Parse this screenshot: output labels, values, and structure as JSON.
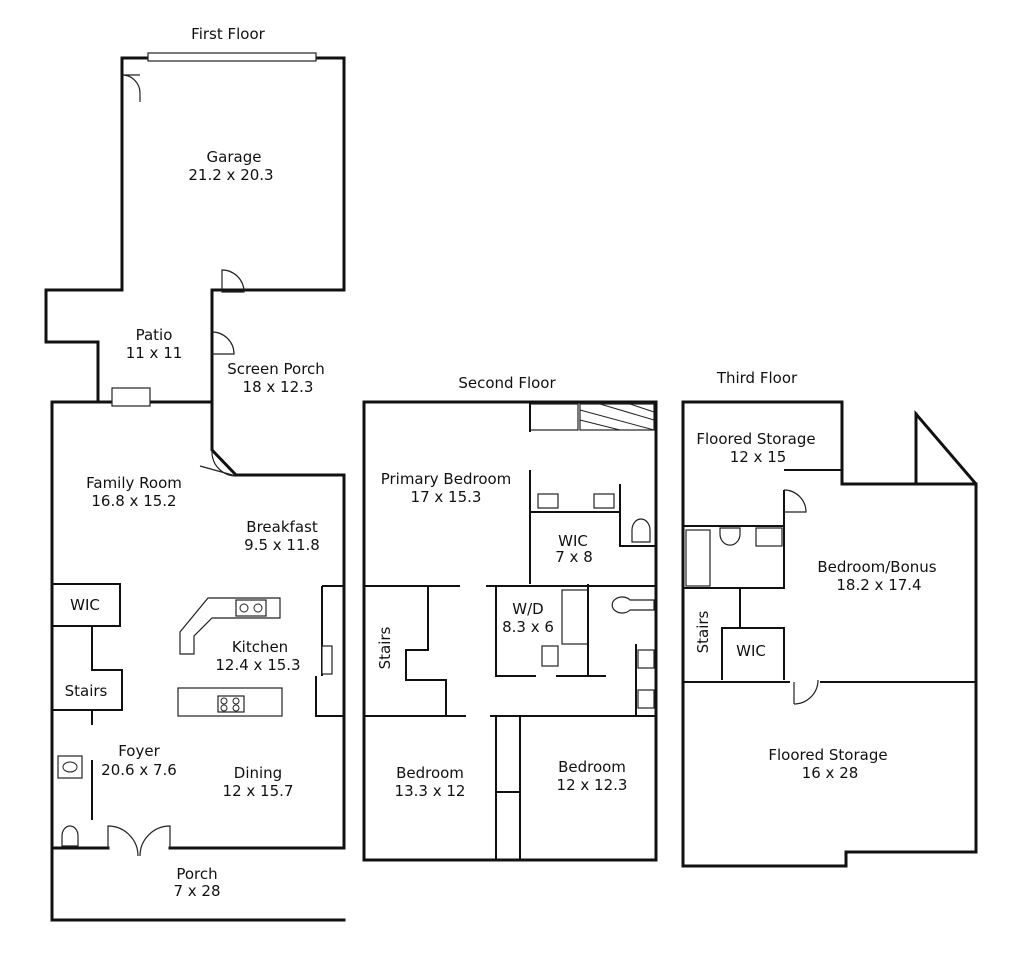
{
  "floors": {
    "first": {
      "title": "First Floor"
    },
    "second": {
      "title": "Second Floor"
    },
    "third": {
      "title": "Third Floor"
    }
  },
  "rooms": {
    "garage": {
      "name": "Garage",
      "dims": "21.2 x 20.3"
    },
    "patio": {
      "name": "Patio",
      "dims": "11 x 11"
    },
    "screen_porch": {
      "name": "Screen Porch",
      "dims": "18 x 12.3"
    },
    "family_room": {
      "name": "Family Room",
      "dims": "16.8 x 15.2"
    },
    "breakfast": {
      "name": "Breakfast",
      "dims": "9.5 x 11.8"
    },
    "wic_first": {
      "name": "WIC"
    },
    "kitchen": {
      "name": "Kitchen",
      "dims": "12.4 x 15.3"
    },
    "stairs_first": {
      "name": "Stairs"
    },
    "foyer": {
      "name": "Foyer",
      "dims": "20.6 x 7.6"
    },
    "dining": {
      "name": "Dining",
      "dims": "12 x 15.7"
    },
    "porch": {
      "name": "Porch",
      "dims": "7 x 28"
    },
    "primary_bedroom": {
      "name": "Primary Bedroom",
      "dims": "17 x 15.3"
    },
    "wic_second": {
      "name": "WIC",
      "dims": "7 x 8"
    },
    "wd": {
      "name": "W/D",
      "dims": "8.3 x 6"
    },
    "stairs_second": {
      "name": "Stairs"
    },
    "bedroom_a": {
      "name": "Bedroom",
      "dims": "13.3 x 12"
    },
    "bedroom_b": {
      "name": "Bedroom",
      "dims": "12 x 12.3"
    },
    "floored_storage_a": {
      "name": "Floored Storage",
      "dims": "12 x 15"
    },
    "bedroom_bonus": {
      "name": "Bedroom/Bonus",
      "dims": "18.2 x 17.4"
    },
    "stairs_third": {
      "name": "Stairs"
    },
    "wic_third": {
      "name": "WIC"
    },
    "floored_storage_b": {
      "name": "Floored Storage",
      "dims": "16 x 28"
    }
  }
}
